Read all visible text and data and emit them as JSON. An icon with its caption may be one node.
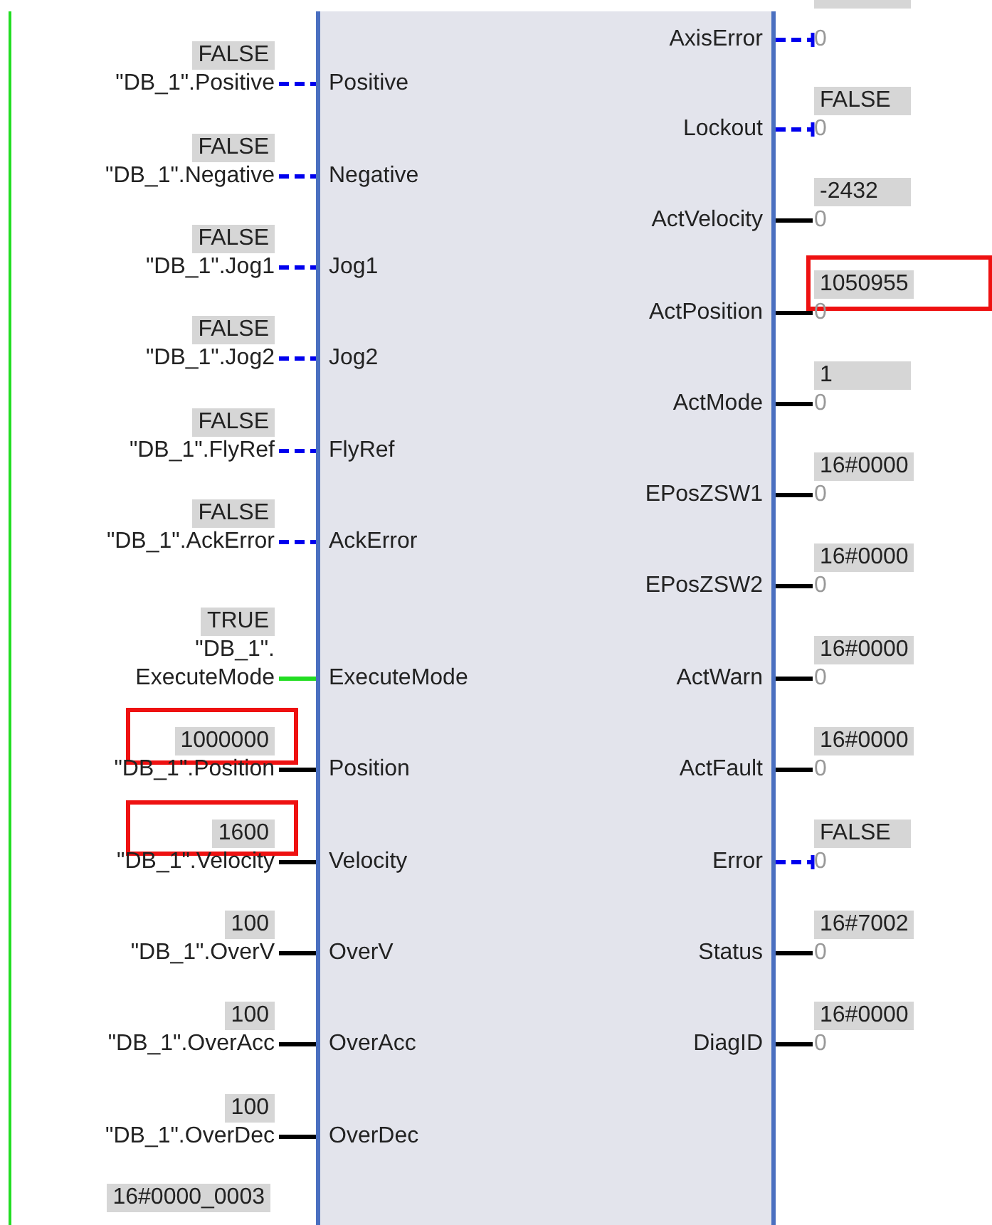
{
  "diagram": {
    "nodes": [
      {
        "text": [],
        "shape": "box"
      },
      {
        "text": [
          "Positive"
        ],
        "in": 0
      },
      {
        "text": [
          "Negative"
        ],
        "in": 0
      },
      {
        "text": [
          "Jog1"
        ],
        "in": 0
      },
      {
        "text": [
          "Jog2"
        ],
        "in": 0
      },
      {
        "text": [
          "FlyRef"
        ],
        "in": 0
      },
      {
        "text": [
          "AckError"
        ],
        "in": 0
      },
      {
        "text": [
          "ExecuteMode"
        ],
        "in": 0
      },
      {
        "text": [
          "Position"
        ],
        "in": 0
      },
      {
        "text": [
          "Velocity"
        ],
        "in": 0
      },
      {
        "text": [
          "OverV"
        ],
        "in": 0
      },
      {
        "text": [
          "OverAcc"
        ],
        "in": 0
      },
      {
        "text": [
          "OverDec"
        ],
        "in": 0
      },
      {
        "text": [
          "AxisError"
        ],
        "in": 0
      },
      {
        "text": [
          "Lockout"
        ],
        "in": 0
      },
      {
        "text": [
          "ActVelocity"
        ],
        "in": 0
      },
      {
        "text": [
          "ActPosition"
        ],
        "in": 0
      },
      {
        "text": [
          "ActMode"
        ],
        "in": 0
      },
      {
        "text": [
          "EPosZSW1"
        ],
        "in": 0
      },
      {
        "text": [
          "EPosZSW2"
        ],
        "in": 0
      },
      {
        "text": [
          "ActWarn"
        ],
        "in": 0
      },
      {
        "text": [
          "ActFault"
        ],
        "in": 0
      },
      {
        "text": [
          "Error"
        ],
        "in": 0
      },
      {
        "text": [
          "Status"
        ],
        "in": 0
      },
      {
        "text": [
          "DiagID"
        ],
        "in": 0
      },
      {
        "text": [
          "FALSE",
          "\"DB_1\".Positive"
        ]
      },
      {
        "text": [
          "FALSE",
          "\"DB_1\".Negative"
        ]
      },
      {
        "text": [
          "FALSE",
          "\"DB_1\".Jog1"
        ]
      },
      {
        "text": [
          "FALSE",
          "\"DB_1\".Jog2"
        ]
      },
      {
        "text": [
          "FALSE",
          "\"DB_1\".FlyRef"
        ]
      },
      {
        "text": [
          "FALSE",
          "\"DB_1\".AckError"
        ]
      },
      {
        "text": [
          "TRUE",
          "\"DB_1\". ExecuteMode"
        ]
      },
      {
        "text": [
          "1000000",
          "\"DB_1\".Position"
        ]
      },
      {
        "text": [
          "1600",
          "\"DB_1\".Velocity"
        ]
      },
      {
        "text": [
          "100",
          "\"DB_1\".OverV"
        ]
      },
      {
        "text": [
          "100",
          "\"DB_1\".OverAcc"
        ]
      },
      {
        "text": [
          "100",
          "\"DB_1\".OverDec"
        ]
      },
      {
        "text": [
          "0"
        ]
      },
      {
        "text": [
          "FALSE",
          "0"
        ]
      },
      {
        "text": [
          "-2432",
          "0"
        ]
      },
      {
        "text": [
          "1050955",
          "0"
        ]
      },
      {
        "text": [
          "1",
          "0"
        ]
      },
      {
        "text": [
          "16#0000",
          "0"
        ]
      },
      {
        "text": [
          "16#0000",
          "0"
        ]
      },
      {
        "text": [
          "16#0000",
          "0"
        ]
      },
      {
        "text": [
          "16#0000",
          "0"
        ]
      },
      {
        "text": [
          "FALSE",
          "0"
        ]
      },
      {
        "text": [
          "16#7002",
          "0"
        ]
      },
      {
        "text": [
          "16#0000",
          "0"
        ]
      }
    ],
    "edges": [
      {
        "from": 25,
        "to": 1,
        "arrow": "none",
        "style": "dashed",
        "color": "#0000ee"
      },
      {
        "from": 26,
        "to": 2,
        "arrow": "none",
        "style": "dashed",
        "color": "#0000ee"
      },
      {
        "from": 27,
        "to": 3,
        "arrow": "none",
        "style": "dashed",
        "color": "#0000ee"
      },
      {
        "from": 28,
        "to": 4,
        "arrow": "none",
        "style": "dashed",
        "color": "#0000ee"
      },
      {
        "from": 29,
        "to": 5,
        "arrow": "none",
        "style": "dashed",
        "color": "#0000ee"
      },
      {
        "from": 30,
        "to": 6,
        "arrow": "none",
        "style": "dashed",
        "color": "#0000ee"
      },
      {
        "from": 31,
        "to": 7,
        "arrow": "none",
        "color": "#22dd22"
      },
      {
        "from": 32,
        "to": 8,
        "arrow": "none"
      },
      {
        "from": 33,
        "to": 9,
        "arrow": "none"
      },
      {
        "from": 34,
        "to": 10,
        "arrow": "none"
      },
      {
        "from": 35,
        "to": 11,
        "arrow": "none"
      },
      {
        "from": 36,
        "to": 12,
        "arrow": "none"
      },
      {
        "from": 13,
        "to": 37,
        "arrow": "other",
        "style": "dashed",
        "color": "#0000ee"
      },
      {
        "from": 14,
        "to": 38,
        "arrow": "other",
        "style": "dashed",
        "color": "#0000ee"
      },
      {
        "from": 15,
        "to": 39,
        "arrow": "none"
      },
      {
        "from": 16,
        "to": 40,
        "arrow": "none"
      },
      {
        "from": 17,
        "to": 41,
        "arrow": "none"
      },
      {
        "from": 18,
        "to": 42,
        "arrow": "none"
      },
      {
        "from": 19,
        "to": 43,
        "arrow": "none"
      },
      {
        "from": 20,
        "to": 44,
        "arrow": "none"
      },
      {
        "from": 21,
        "to": 45,
        "arrow": "none"
      },
      {
        "from": 22,
        "to": 46,
        "arrow": "other",
        "style": "dashed",
        "color": "#0000ee"
      },
      {
        "from": 23,
        "to": 47,
        "arrow": "none"
      },
      {
        "from": 24,
        "to": 48,
        "arrow": "none"
      }
    ],
    "labels": [
      "16#0000_0003"
    ]
  }
}
